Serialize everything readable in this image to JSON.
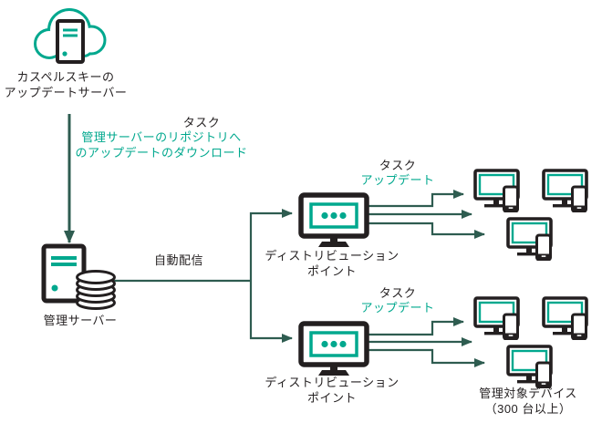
{
  "colors": {
    "accent_teal": "#00A88E",
    "icon_dark": "#231F20",
    "arrow_dark_teal": "#2E5C50",
    "background": "#FFFFFF"
  },
  "nodes": {
    "update_server": {
      "icon": "cloud-server-icon",
      "label_line1": "カスペルスキーの",
      "label_line2": "アップデートサーバー"
    },
    "admin_server": {
      "icon": "server-database-icon",
      "label": "管理サーバー"
    },
    "dp_top": {
      "icon": "monitor-dots-icon",
      "label_line1": "ディストリビューション",
      "label_line2": "ポイント"
    },
    "dp_bottom": {
      "icon": "monitor-dots-icon",
      "label_line1": "ディストリビューション",
      "label_line2": "ポイント"
    },
    "managed_devices": {
      "icon": "monitor-phone-icon",
      "devices_per_group": 3,
      "label_line1": "管理対象デバイス",
      "label_line2": "（300 台以上）"
    }
  },
  "annotations": {
    "download_task": {
      "title": "タスク",
      "line1": "管理サーバーのリポジトリへ",
      "line2": "のアップデートのダウンロード"
    },
    "auto_distribution": {
      "label": "自動配信"
    },
    "update_task_top": {
      "title": "タスク",
      "label": "アップデート"
    },
    "update_task_bottom": {
      "title": "タスク",
      "label": "アップデート"
    }
  },
  "connections": [
    {
      "from": "update_server",
      "to": "admin_server",
      "label": "タスク：管理サーバーのリポジトリへのアップデートのダウンロード"
    },
    {
      "from": "admin_server",
      "to": "dp_top",
      "label": "自動配信"
    },
    {
      "from": "admin_server",
      "to": "dp_bottom",
      "label": "自動配信"
    },
    {
      "from": "dp_top",
      "to": "managed_devices_top_group",
      "label": "タスク：アップデート"
    },
    {
      "from": "dp_bottom",
      "to": "managed_devices_bottom_group",
      "label": "タスク：アップデート"
    }
  ]
}
